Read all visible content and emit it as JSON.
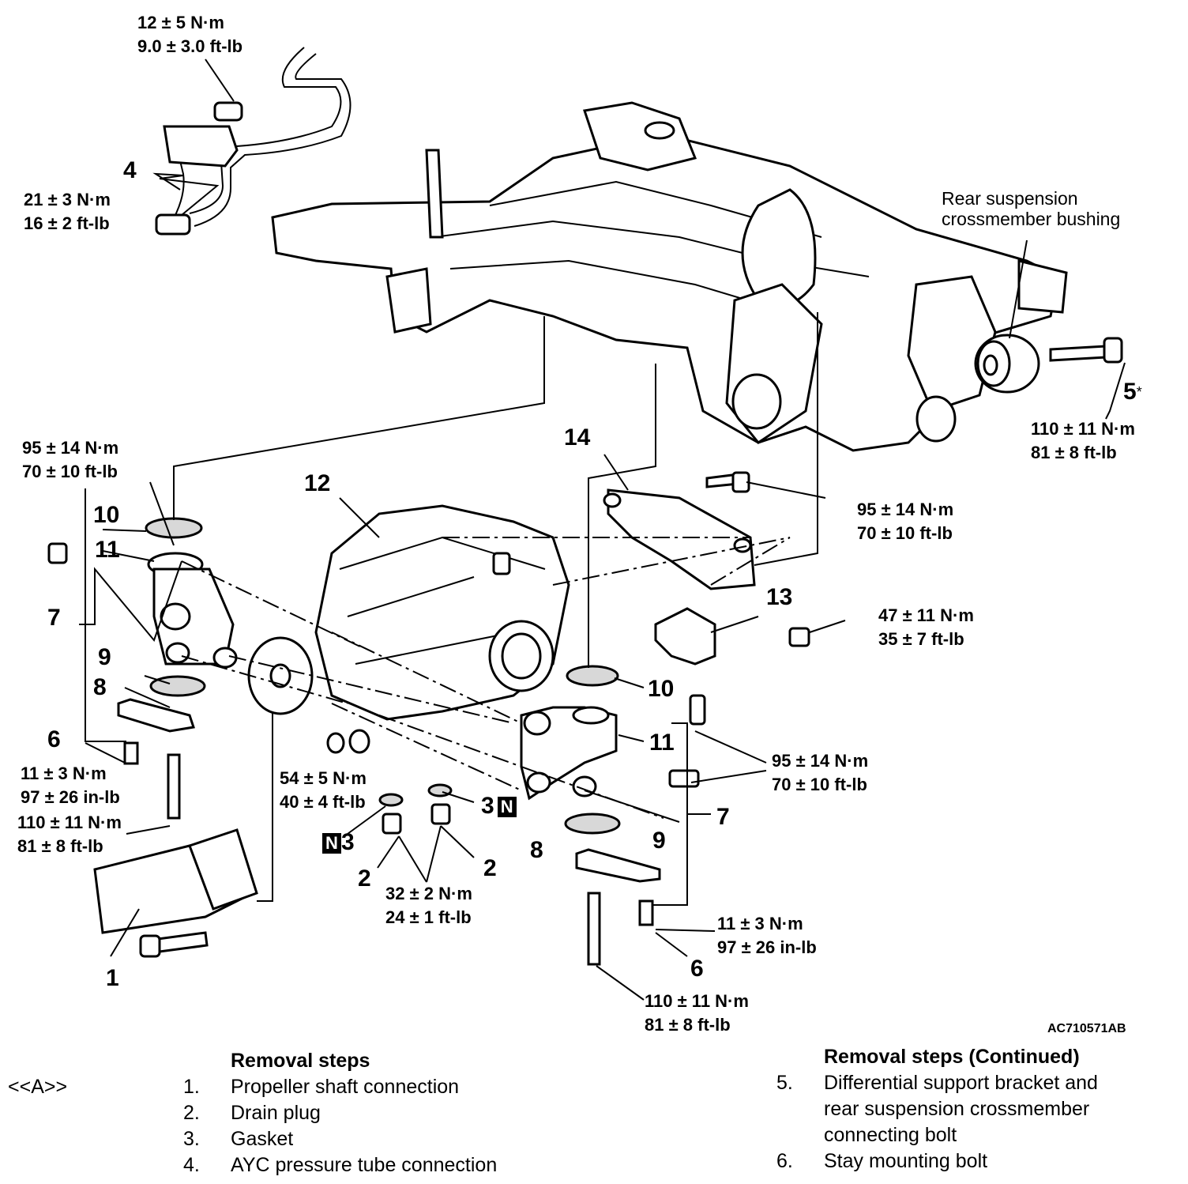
{
  "torque_labels": {
    "t_topleft": [
      "12 ± 5 N·m",
      "9.0 ± 3.0 ft-lb"
    ],
    "t_tube": [
      "21 ± 3 N·m",
      "16 ± 2 ft-lb"
    ],
    "t_bolt5": [
      "110 ± 11 N·m",
      "81 ± 8 ft-lb"
    ],
    "t_left_upper": [
      "95 ± 14 N·m",
      "70 ± 10 ft-lb"
    ],
    "t_right_upper": [
      "95 ± 14 N·m",
      "70 ± 10 ft-lb"
    ],
    "t_13": [
      "47 ± 11 N·m",
      "35 ± 7 ft-lb"
    ],
    "t_stay_left": [
      "11 ± 3 N·m",
      "97 ± 26 in-lb"
    ],
    "t_bolt_left": [
      "110 ± 11 N·m",
      "81 ± 8 ft-lb"
    ],
    "t_center": [
      "54 ± 5 N·m",
      "40 ± 4 ft-lb"
    ],
    "t_drain": [
      "32 ± 2 N·m",
      "24 ± 1 ft-lb"
    ],
    "t_right_lower": [
      "95 ± 14 N·m",
      "70 ± 10 ft-lb"
    ],
    "t_stay_right": [
      "11 ± 3 N·m",
      "97 ± 26 in-lb"
    ],
    "t_bolt_right": [
      "110 ± 11 N·m",
      "81 ± 8 ft-lb"
    ]
  },
  "callouts": {
    "c1": "1",
    "c2a": "2",
    "c2b": "2",
    "c3a": "3",
    "c3b": "3",
    "c4": "4",
    "c5": "5",
    "c5_star": "*",
    "c6a": "6",
    "c6b": "6",
    "c7a": "7",
    "c7b": "7",
    "c8a": "8",
    "c8b": "8",
    "c9a": "9",
    "c9b": "9",
    "c10a": "10",
    "c10b": "10",
    "c11a": "11",
    "c11b": "11",
    "c12": "12",
    "c13": "13",
    "c14": "14",
    "n_mark": "N"
  },
  "bushing_label": [
    "Rear suspension",
    "crossmember bushing"
  ],
  "figure_ref": "AC710571AB",
  "removal_steps": {
    "heading": "Removal steps",
    "note_a": "<<A>>",
    "items": [
      {
        "num": "1.",
        "text": "Propeller shaft connection"
      },
      {
        "num": "2.",
        "text": "Drain plug"
      },
      {
        "num": "3.",
        "text": "Gasket"
      },
      {
        "num": "4.",
        "text": "AYC pressure tube connection"
      }
    ]
  },
  "removal_steps_continued": {
    "heading": "Removal steps (Continued)",
    "items": [
      {
        "num": "5.",
        "lines": [
          "Differential support bracket and",
          "rear suspension crossmember",
          "connecting bolt"
        ]
      },
      {
        "num": "6.",
        "lines": [
          "Stay mounting bolt"
        ]
      }
    ]
  }
}
